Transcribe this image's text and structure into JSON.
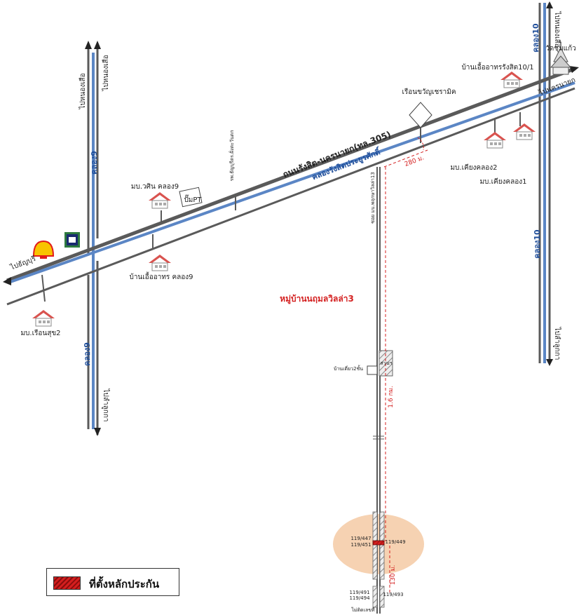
{
  "colors": {
    "road": "#5a5a5a",
    "canal": "#5b86c5",
    "accent_red": "#d42020",
    "zone_fill": "#f6d2b2",
    "house_roof": "#d9534f"
  },
  "labels": {
    "to_nong_suea_left": "ไปหนองเสือ",
    "to_nong_suea_left2": "ไปหนองเสือ",
    "to_lam_luk_ka_left": "ไปลำลูกกา",
    "to_thanyaburi": "ไปธัญบุรี",
    "to_nakhon_nayok": "ไปนครนายก",
    "to_nong_suea_right": "ไปหนองเสือ",
    "to_lam_luk_ka_right": "ไปลำลูกกา",
    "khlong9_top": "คลอง9",
    "khlong9_bottom": "คลอง9",
    "khlong10_top": "คลอง10",
    "khlong10_mid": "คลอง10",
    "main_road": "ถนนรังสิต-นครนายก(ทล.305)",
    "main_canal": "คลองรังสิตประยูรศักดิ์",
    "soi_name": "ซอย มบ.พฤกษาวิลล่า13",
    "village_name": "หมู่บ้านนฤมลวิลล่า3",
    "wat": "วัดชุมแก้ว",
    "ban_eua_10_1": "บ้านเอื้ออาทรรังสิต10/1",
    "ruean_khwan": "เรือนขวัญเชรามิค",
    "mb_khiang_2": "มบ.เคียงคลอง2",
    "mb_khiang_1": "มบ.เคียงคลอง1",
    "mb_wasin": "มบ.วศิน คลอง9",
    "pump_pt": "ปั๊มPT",
    "ban_eua_9": "บ้านเอื้ออาทร คลอง9",
    "mb_ruean_suk": "มบ.เรือนสุข2",
    "hospital_road": "รพ.ธัญบุรีตร.ฝั่งตะวันตก",
    "ban_diao": "บ้านเดี่ยว2ชั้น",
    "suan": "สวนฯ",
    "no_number": "ไม่ติดเลขที่"
  },
  "distances": {
    "d1": "280 ม.",
    "d2": "1.6 กม.",
    "d3": "130 ม."
  },
  "house_numbers": {
    "n1": "119/447",
    "n2": "119/451",
    "n3": "119/449",
    "n4": "119/491",
    "n5": "119/494",
    "n6": "119/493"
  },
  "legend": {
    "label": "ที่ตั้งหลักประกัน"
  }
}
